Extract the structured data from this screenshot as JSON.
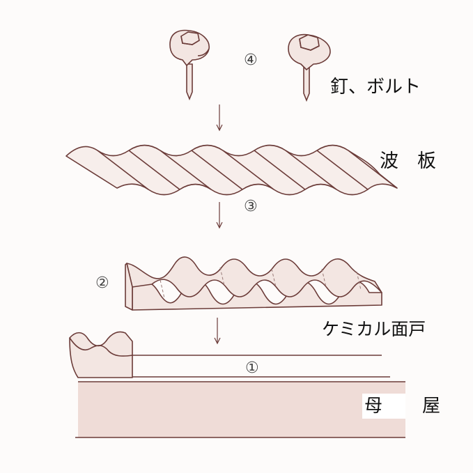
{
  "labels": {
    "nails": "釘、ボルト",
    "corrugated_sheet": "波　板",
    "chemical_closure": "ケミカル面戸",
    "purlin_left": "母",
    "purlin_right": "屋"
  },
  "steps": {
    "one": "①",
    "two": "②",
    "three": "③",
    "four": "④"
  },
  "colors": {
    "line": "#6b3b38",
    "fill": "#f3e6e2",
    "purlin_fill": "#efdcd7",
    "dash": "#9a7b78"
  }
}
